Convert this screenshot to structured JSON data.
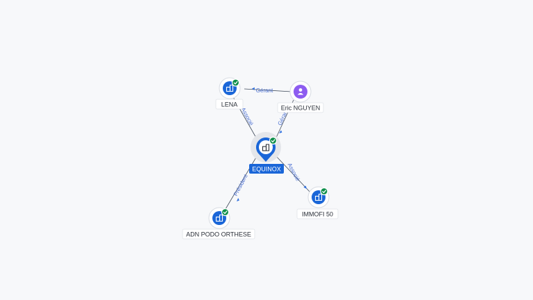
{
  "graph": {
    "nodes": {
      "equinox": {
        "label": "EQUINOX",
        "type": "company",
        "verified": true,
        "central": true,
        "icon": "building-icon"
      },
      "lena": {
        "label": "LENA",
        "type": "company",
        "verified": true,
        "icon": "building-icon"
      },
      "eric": {
        "label": "Eric NGUYEN",
        "type": "person",
        "verified": false,
        "icon": "person-icon"
      },
      "immofi": {
        "label": "IMMOFI 50",
        "type": "company",
        "verified": true,
        "icon": "building-icon"
      },
      "adn": {
        "label": "ADN PODO ORTHESE",
        "type": "company",
        "verified": true,
        "icon": "building-icon"
      }
    },
    "edges": [
      {
        "from": "eric",
        "to": "lena",
        "label": "Gérant"
      },
      {
        "from": "eric",
        "to": "equinox",
        "label": "Gérant"
      },
      {
        "from": "lena",
        "to": "equinox",
        "label": "Associé"
      },
      {
        "from": "equinox",
        "to": "immofi",
        "label": "Associé"
      },
      {
        "from": "equinox",
        "to": "adn",
        "label": "Président"
      }
    ]
  },
  "colors": {
    "company": "#1a66d8",
    "person": "#8d5cf0",
    "verified_badge": "#0e8f4a",
    "edge_label": "#4a6fd1"
  }
}
